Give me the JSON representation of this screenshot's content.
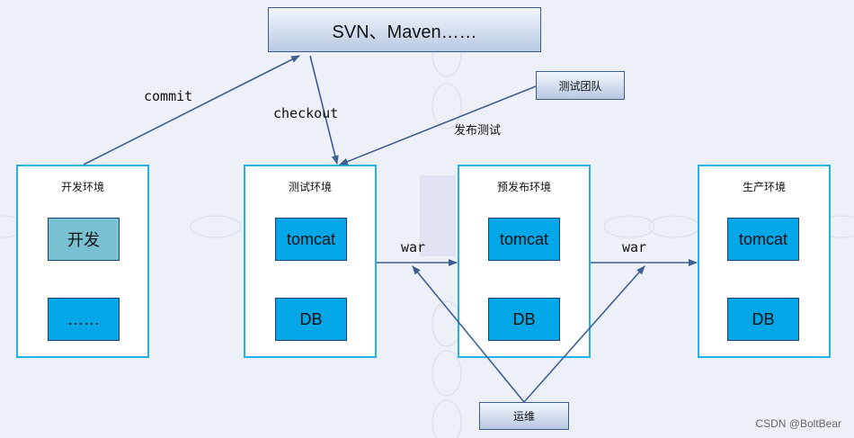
{
  "top_box": {
    "label": "SVN、Maven……"
  },
  "test_team": {
    "label": "测试团队"
  },
  "ops": {
    "label": "运维"
  },
  "environments": [
    {
      "title": "开发环境",
      "blocks": [
        "开发",
        "……"
      ]
    },
    {
      "title": "测试环境",
      "blocks": [
        "tomcat",
        "DB"
      ]
    },
    {
      "title": "预发布环境",
      "blocks": [
        "tomcat",
        "DB"
      ]
    },
    {
      "title": "生产环境",
      "blocks": [
        "tomcat",
        "DB"
      ]
    }
  ],
  "edge_labels": {
    "commit": "commit",
    "checkout": "checkout",
    "release_test": "发布测试",
    "war_1": "war",
    "war_2": "war"
  },
  "watermark": "CSDN @BoltBear",
  "colors": {
    "env_border": "#23b0e6",
    "block_blue": "#03a6e6",
    "block_teal": "#78c1d2",
    "arrow": "#3d5f91"
  }
}
